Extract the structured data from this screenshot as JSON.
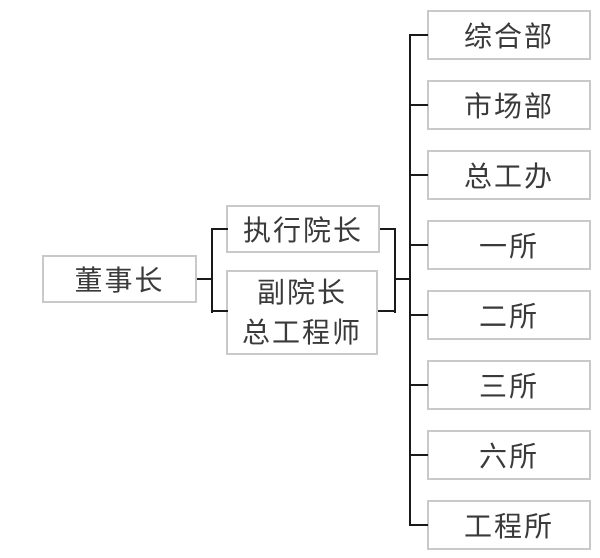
{
  "org": {
    "root": {
      "label": "董事长"
    },
    "level2": {
      "executive": {
        "label": "执行院长"
      },
      "deputy": {
        "line1": "副院长",
        "line2": "总工程师"
      }
    },
    "departments": [
      {
        "label": "综合部"
      },
      {
        "label": "市场部"
      },
      {
        "label": "总工办"
      },
      {
        "label": "一所"
      },
      {
        "label": "二所"
      },
      {
        "label": "三所"
      },
      {
        "label": "六所"
      },
      {
        "label": "工程所"
      }
    ],
    "colors": {
      "background": "#ffffff",
      "box_border": "#c9c9c9",
      "connector": "#1a1a1a",
      "text": "#3a3a3a"
    }
  }
}
